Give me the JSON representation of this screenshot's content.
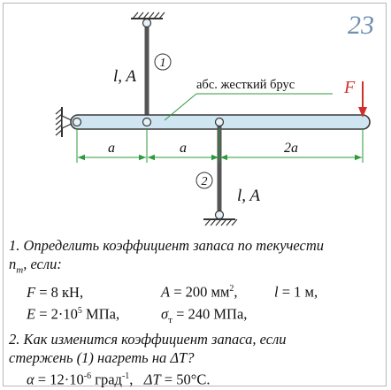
{
  "problem_number": "23",
  "figure": {
    "rod1_label": "l, A",
    "rod2_label": "l, A",
    "rod1_number": "1",
    "rod2_number": "2",
    "beam_label": "абс. жесткий брус",
    "force_label": "F",
    "dim_left": "a",
    "dim_mid": "a",
    "dim_right": "2a"
  },
  "task": {
    "q1_line1": "1. Определить коэффициент запаса по текучести",
    "q1_line2_var": "n",
    "q1_line2_sub": "т",
    "q1_line2_rest": ", если:",
    "F_var": "F",
    "F_val": " = 8 кН,",
    "A_var": "A",
    "A_val": " = 200 мм",
    "A_sup": "2",
    "A_tail": ",",
    "l_var": "l",
    "l_val": " = 1 м,",
    "E_var": "E",
    "E_val": " = 2·10",
    "E_sup": "5",
    "E_tail": " МПа,",
    "sigma_var": "σ",
    "sigma_sub": "т",
    "sigma_val": " = 240 МПа,",
    "q2_line1": "2. Как изменится коэффициент запаса, если",
    "q2_line2": "стержень (1) нагреть на ΔT?",
    "alpha_var": "α",
    "alpha_val": " = 12·10",
    "alpha_sup": "-6",
    "alpha_unit": " град",
    "alpha_unit_sup": "-1",
    "alpha_tail": ",",
    "dT_var": "ΔT",
    "dT_val": " = 50°C."
  },
  "colors": {
    "beam_fill": "#cfe6f2",
    "beam_stroke": "#3a3a3a",
    "rod": "#555555",
    "dimension": "#2e9a3a",
    "force": "#d0302c",
    "number": "#6f8fb0"
  }
}
